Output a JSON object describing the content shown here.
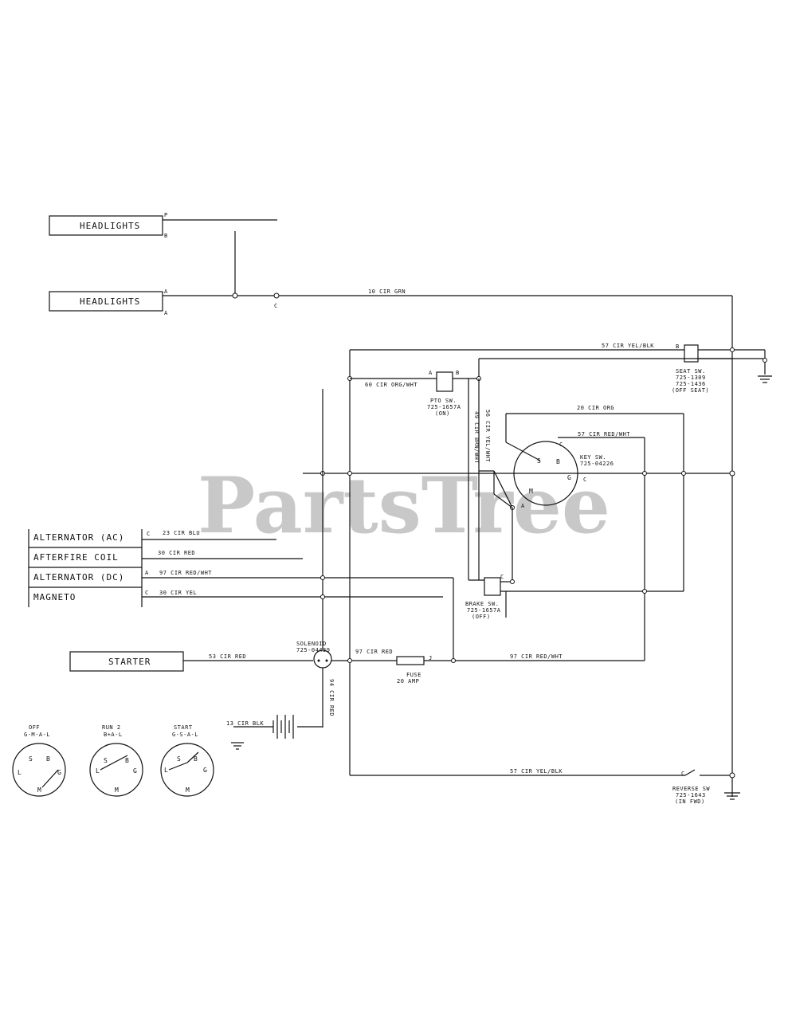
{
  "watermark": "PartsTree",
  "components": {
    "headlights_1": "HEADLIGHTS",
    "headlights_2": "HEADLIGHTS",
    "alternator_ac": "ALTERNATOR (AC)",
    "afterfire_coil": "AFTERFIRE COIL",
    "alternator_dc": "ALTERNATOR (DC)",
    "magneto": "MAGNETO",
    "starter": "STARTER"
  },
  "wires": {
    "w10_grn": "10 CIR GRN",
    "w57_yel_blk_top": "57 CIR YEL/BLK",
    "w60_org_wht": "60 CIR ORG/WHT",
    "w49_brn_wht": "49 CIR BRN/WHT",
    "w56_yel_wht": "56 CIR YEL/WHT",
    "w20_org": "20 CIR ORG",
    "w57_red_wht_top": "57 CIR RED/WHT",
    "w23_blu": "23 CIR BLU",
    "w30_red": "30 CIR RED",
    "w97_red_wht_left": "97 CIR RED/WHT",
    "w30_yel": "30 CIR YEL",
    "w53_red": "53 CIR RED",
    "w97_red_fuse": "97 CIR RED",
    "w97_red_wht_bottom": "97 CIR RED/WHT",
    "w94_red": "94 CIR RED",
    "w13_blk": "13 CIR BLK",
    "w57_yel_blk_bottom": "57 CIR YEL/BLK"
  },
  "parts": {
    "seat_sw": [
      "SEAT SW.",
      "725-1309",
      "725-1436",
      "(OFF SEAT)"
    ],
    "pto_sw": [
      "PTO SW.",
      "725-1657A",
      "(ON)"
    ],
    "key_sw": [
      "KEY SW.",
      "725-04226"
    ],
    "brake_sw": [
      "BRAKE SW.",
      "725-1657A",
      "(OFF)"
    ],
    "solenoid": [
      "SOLENOID",
      "725-04439"
    ],
    "fuse": [
      "FUSE",
      "20 AMP"
    ],
    "reverse_sw": [
      "REVERSE SW",
      "725-1643",
      "(IN FWD)"
    ]
  },
  "terminals": {
    "P": "P",
    "B": "B",
    "A": "A",
    "C": "C",
    "S": "S",
    "G": "G",
    "M": "M",
    "L": "L"
  },
  "key_positions": [
    {
      "title": "OFF",
      "code": "G-M-A-L"
    },
    {
      "title": "RUN 2",
      "code": "B+A-L"
    },
    {
      "title": "START",
      "code": "G-S-A-L"
    }
  ]
}
